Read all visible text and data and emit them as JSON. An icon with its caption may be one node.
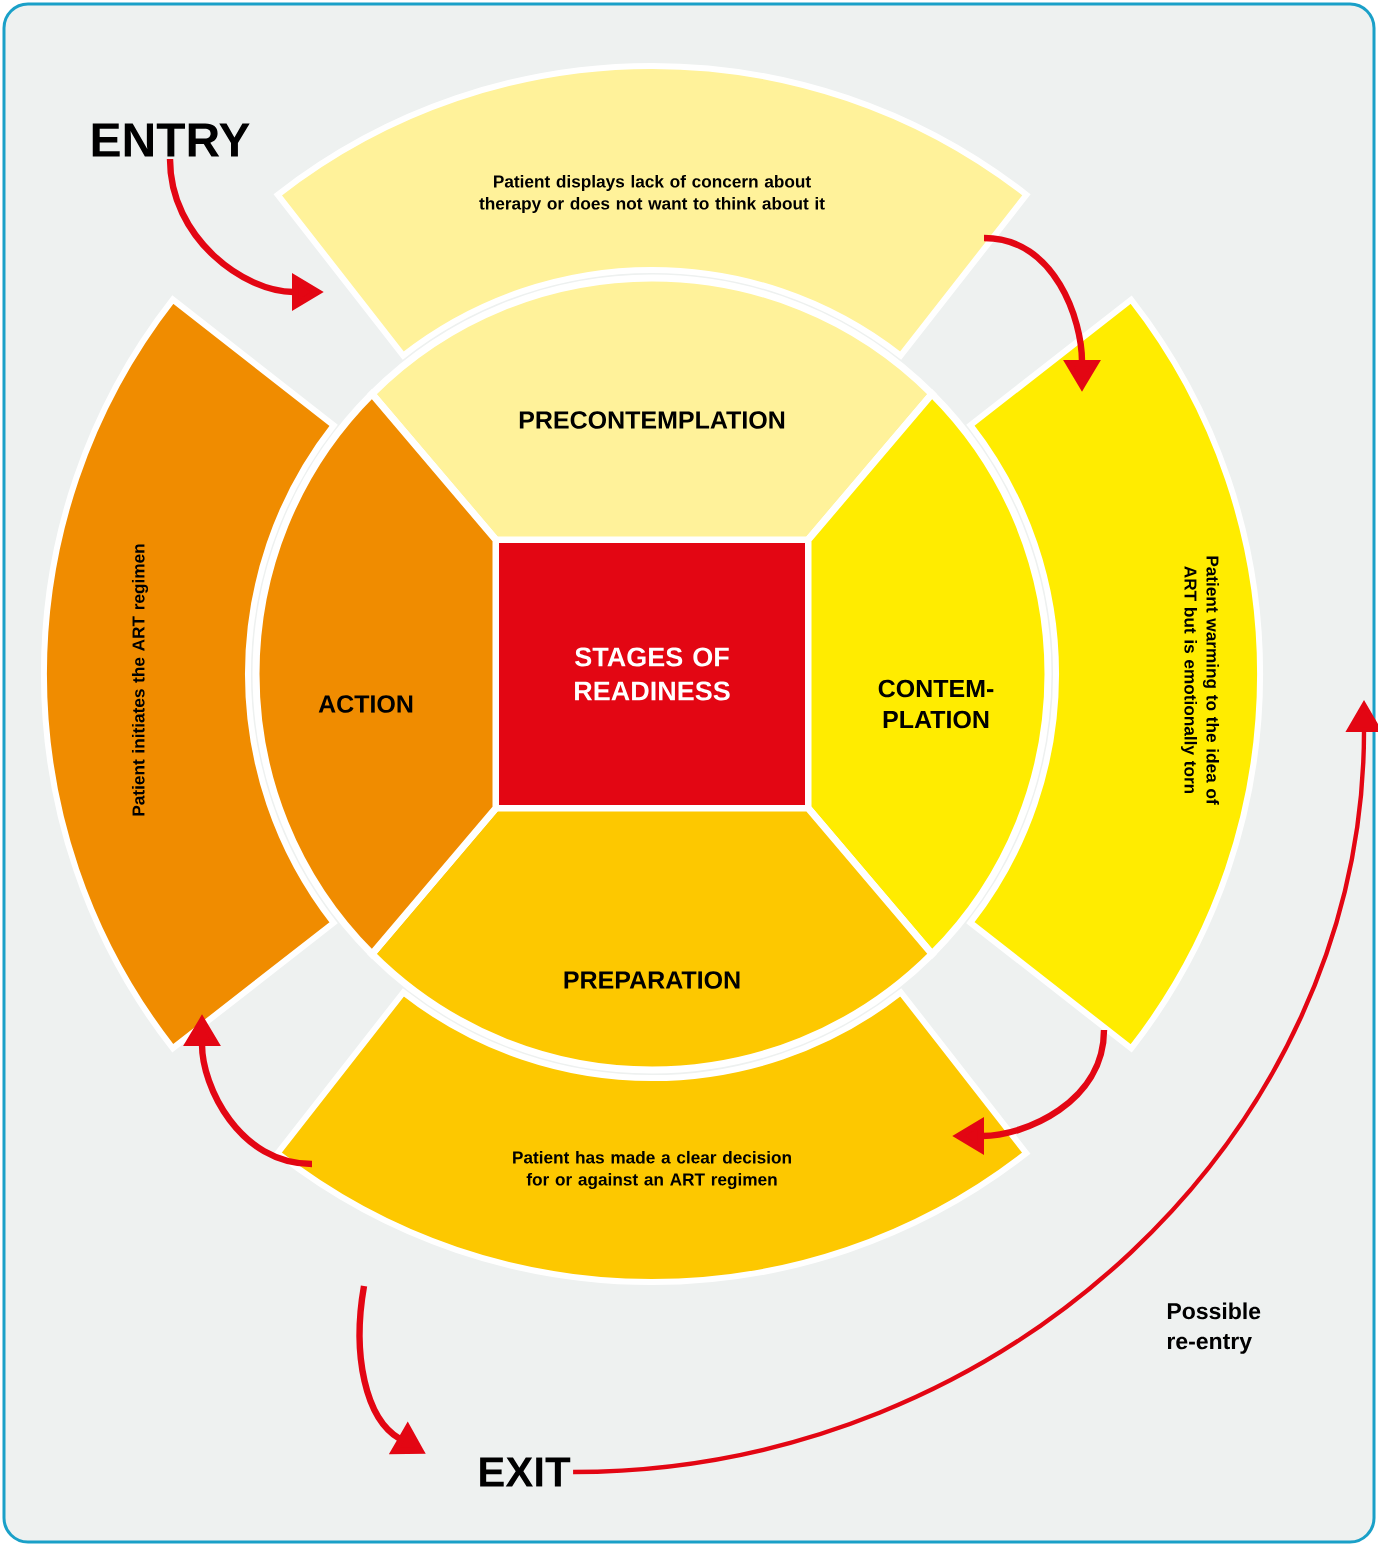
{
  "diagram": {
    "nodes": [
      {
        "text": [
          "ENTRY"
        ]
      },
      {
        "text": [
          "Patient displays lack of concern about therapy or does not want to think about it"
        ]
      },
      {
        "text": [
          "PRECONTEMPLATION"
        ]
      },
      {
        "text": [
          "Patient warming to the idea of ART but is emotionally torn"
        ]
      },
      {
        "text": [
          "CONTEM- PLATION"
        ]
      },
      {
        "text": [
          "Patient has made a clear decision for or against an ART regimen"
        ]
      },
      {
        "text": [
          "PREPARATION"
        ]
      },
      {
        "text": [
          "Patient initiates the ART regimen"
        ]
      },
      {
        "text": [
          "ACTION"
        ]
      },
      {
        "text": [
          "STAGES OF READINESS"
        ]
      },
      {
        "text": [
          "EXIT"
        ]
      }
    ],
    "edges": [
      {
        "from": 0,
        "to": 1,
        "arrow": "to"
      },
      {
        "from": 1,
        "to": 3,
        "arrow": "to"
      },
      {
        "from": 3,
        "to": 5,
        "arrow": "to"
      },
      {
        "from": 5,
        "to": 7,
        "arrow": "to"
      },
      {
        "from": 5,
        "to": 10,
        "arrow": "to"
      },
      {
        "from": 10,
        "to": 3,
        "arrow": "to",
        "label": "Possible re-entry"
      }
    ]
  }
}
